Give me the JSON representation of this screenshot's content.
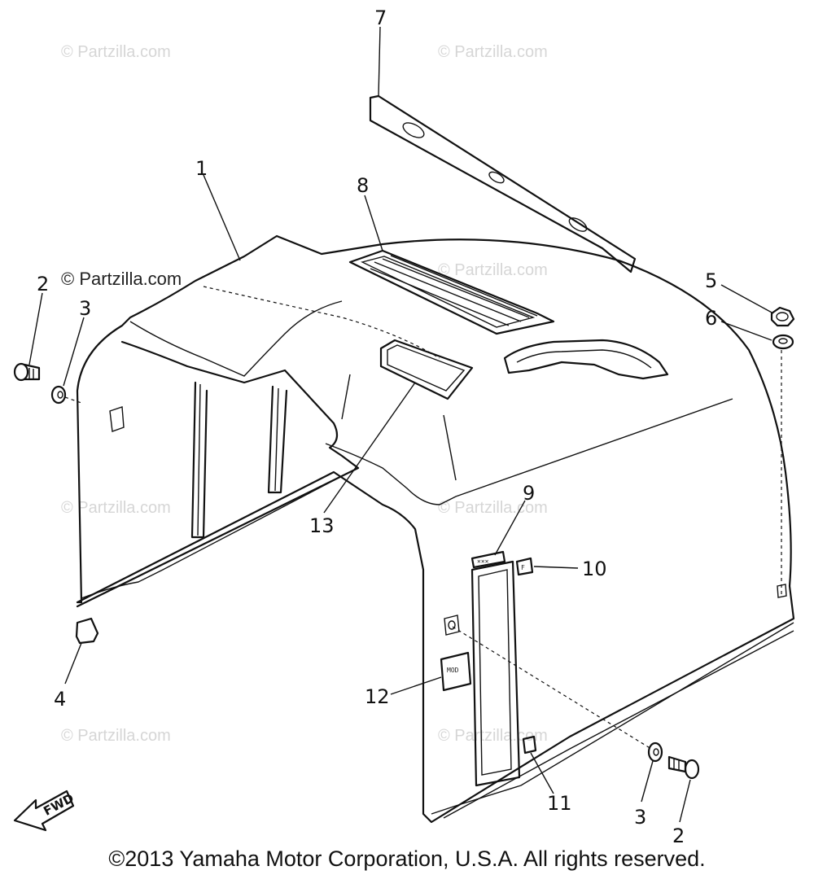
{
  "watermarks": [
    "© Partzilla.com",
    "© Partzilla.com",
    "© Partzilla.com",
    "© Partzilla.com",
    "© Partzilla.com",
    "© Partzilla.com",
    "© Partzilla.com",
    "© Partzilla.com"
  ],
  "watermark_dark": "© Partzilla.com",
  "callouts": [
    "1",
    "2",
    "3",
    "4",
    "5",
    "6",
    "7",
    "8",
    "9",
    "10",
    "11",
    "12",
    "13",
    "3",
    "2"
  ],
  "fwd_label": "FWD",
  "copyright": "©2013 Yamaha Motor Corporation, U.S.A. All rights reserved."
}
